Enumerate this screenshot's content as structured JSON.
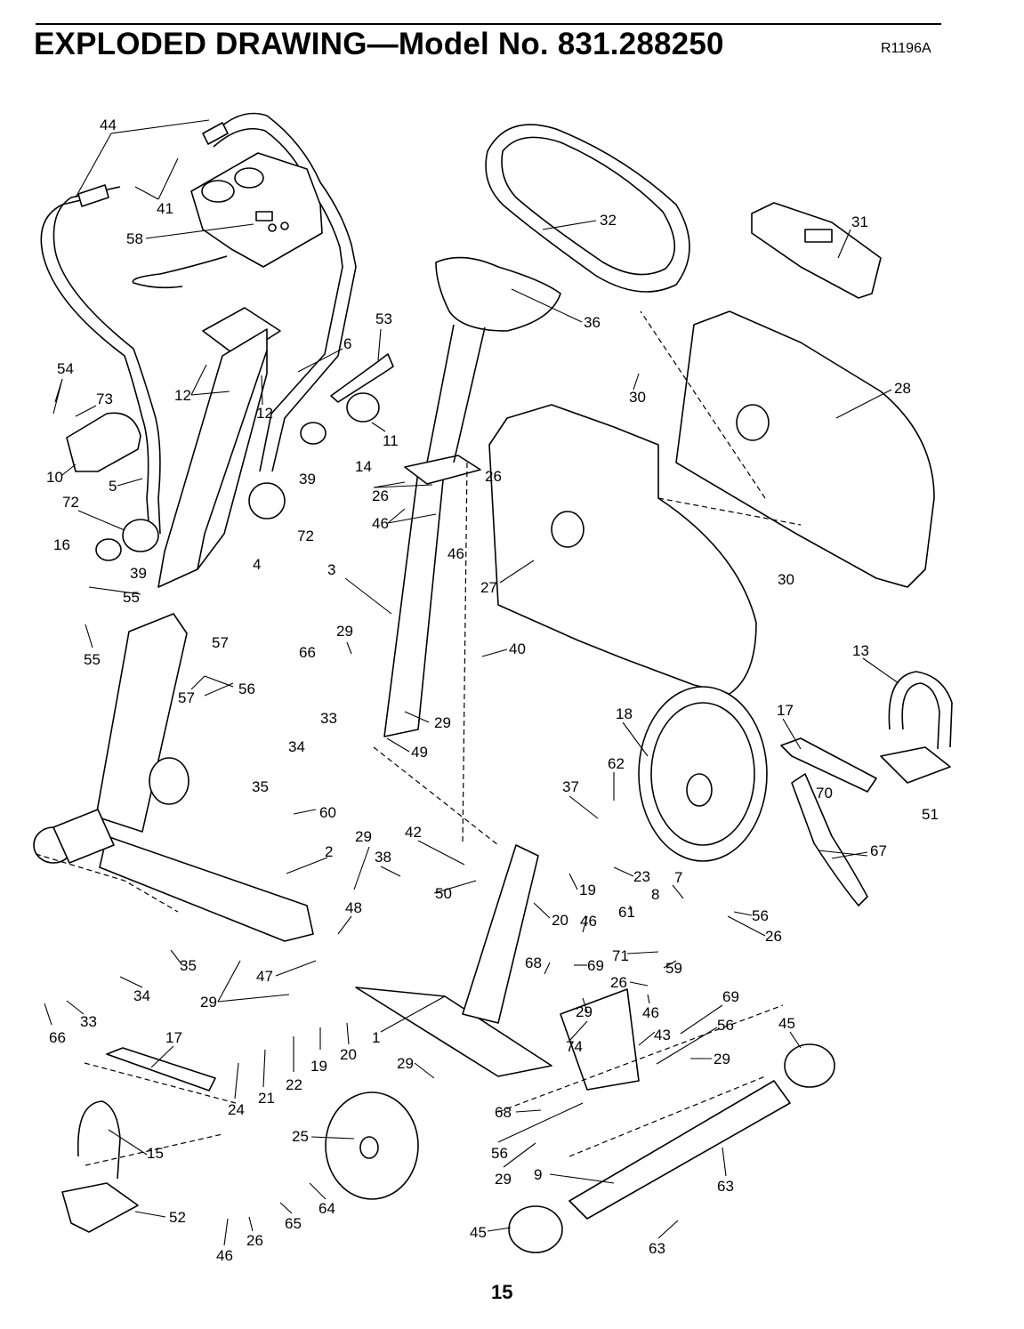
{
  "header": {
    "title": "EXPLODED DRAWING—Model No. 831.288250",
    "drawing_code": "R1196A"
  },
  "footer": {
    "page_number": "15"
  },
  "callouts": [
    "44",
    "41",
    "58",
    "53",
    "6",
    "32",
    "31",
    "36",
    "54",
    "73",
    "12",
    "12",
    "11",
    "30",
    "28",
    "10",
    "5",
    "39",
    "14",
    "26",
    "26",
    "72",
    "72",
    "46",
    "46",
    "30",
    "16",
    "39",
    "4",
    "3",
    "27",
    "55",
    "55",
    "57",
    "56",
    "57",
    "66",
    "29",
    "40",
    "13",
    "33",
    "34",
    "29",
    "49",
    "18",
    "17",
    "35",
    "60",
    "62",
    "37",
    "70",
    "51",
    "29",
    "42",
    "38",
    "2",
    "19",
    "23",
    "67",
    "50",
    "20",
    "7",
    "8",
    "56",
    "46",
    "61",
    "26",
    "48",
    "35",
    "47",
    "68",
    "69",
    "26",
    "71",
    "59",
    "34",
    "33",
    "29",
    "29",
    "46",
    "69",
    "66",
    "19",
    "20",
    "43",
    "56",
    "74",
    "29",
    "17",
    "22",
    "45",
    "21",
    "24",
    "1",
    "29",
    "68",
    "15",
    "25",
    "56",
    "29",
    "9",
    "63",
    "52",
    "64",
    "65",
    "26",
    "46",
    "45",
    "63"
  ]
}
